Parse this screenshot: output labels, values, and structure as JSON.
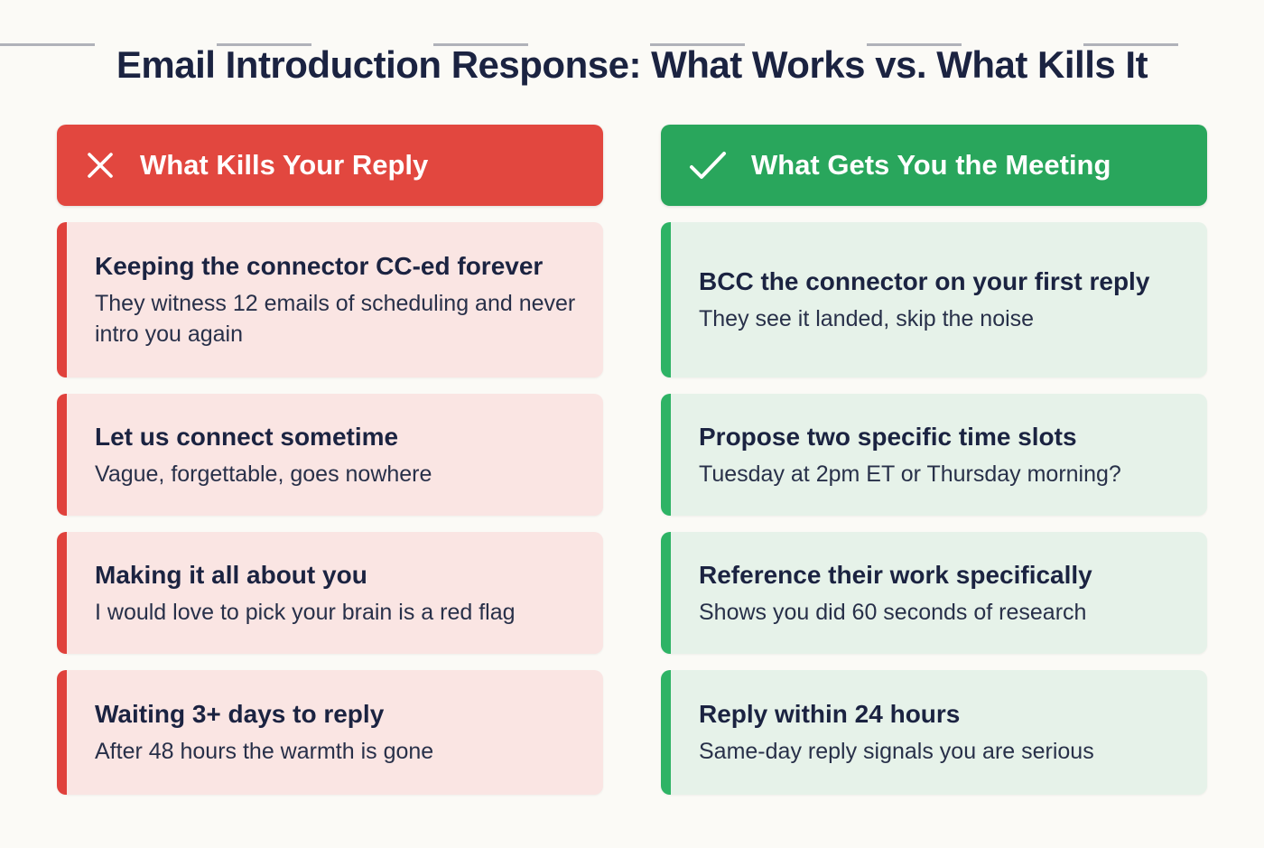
{
  "page": {
    "title": "Email Introduction Response: What Works vs. What Kills It"
  },
  "theme": {
    "page_bg": "#fbfaf6",
    "ink": "#1b2341",
    "subtitle_ink": "#283049",
    "red": "#e2473f",
    "red_accent": "#e0413c",
    "red_card_bg": "#fae5e3",
    "green": "#29a65c",
    "green_accent": "#2eb365",
    "green_card_bg": "#e6f2e9"
  },
  "columns": [
    {
      "id": "kills",
      "header": {
        "label": "What Kills Your Reply",
        "icon": "x-icon",
        "color": "#e2473f"
      },
      "cards": [
        {
          "title": "Keeping the connector CC-ed forever",
          "subtitle": "They witness 12 emails of scheduling and never intro you again"
        },
        {
          "title": "Let us connect sometime",
          "subtitle": "Vague, forgettable, goes nowhere"
        },
        {
          "title": "Making it all about you",
          "subtitle": "I would love to pick your brain is a red flag"
        },
        {
          "title": "Waiting 3+ days to reply",
          "subtitle": "After 48 hours the warmth is gone"
        }
      ]
    },
    {
      "id": "works",
      "header": {
        "label": "What Gets You the Meeting",
        "icon": "check-icon",
        "color": "#29a65c"
      },
      "cards": [
        {
          "title": "BCC the connector on your first reply",
          "subtitle": "They see it landed, skip the noise"
        },
        {
          "title": "Propose two specific time slots",
          "subtitle": "Tuesday at 2pm ET or Thursday morning?"
        },
        {
          "title": "Reference their work specifically",
          "subtitle": "Shows you did 60 seconds of research"
        },
        {
          "title": "Reply within 24 hours",
          "subtitle": "Same-day reply signals you are serious"
        }
      ]
    }
  ]
}
